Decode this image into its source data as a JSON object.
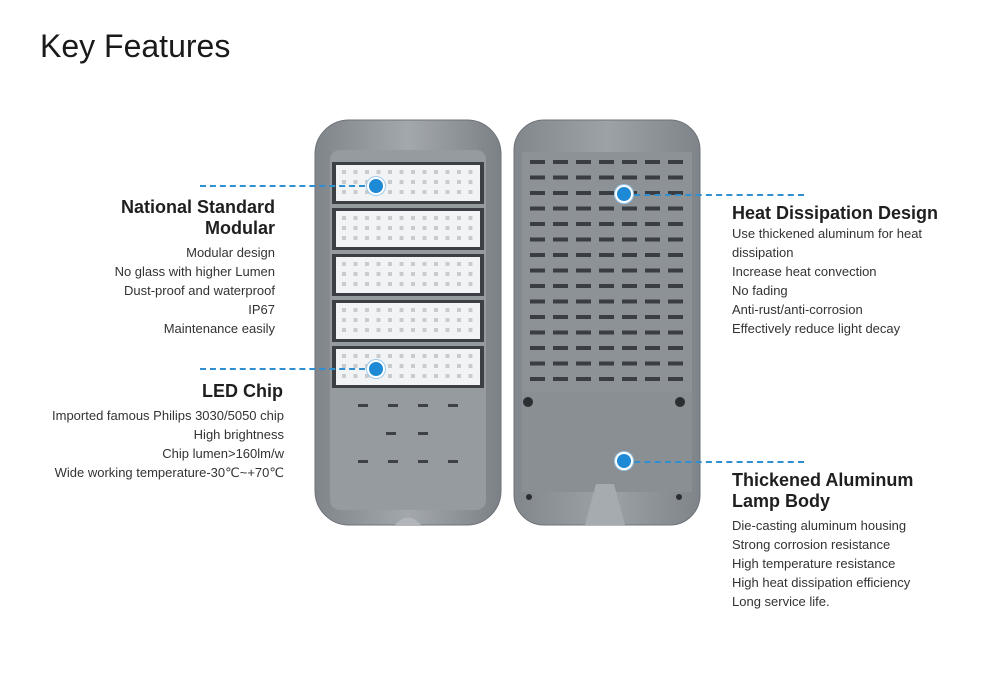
{
  "title": "Key Features",
  "features": {
    "national": {
      "heading_line1": "National Standard",
      "heading_line2": "Modular",
      "items": [
        "Modular design",
        "No glass with higher Lumen",
        "Dust-proof and waterproof",
        "IP67",
        "Maintenance easily"
      ]
    },
    "led": {
      "heading": "LED Chip",
      "items": [
        "Imported famous Philips 3030/5050 chip",
        "High brightness",
        "Chip lumen>160lm/w",
        "Wide working temperature-30℃~+70℃"
      ]
    },
    "heat": {
      "heading": "Heat Dissipation Design",
      "items": [
        "Use thickened aluminum for heat",
        "dissipation",
        "Increase heat convection",
        "No fading",
        "Anti-rust/anti-corrosion",
        "Effectively reduce light decay"
      ]
    },
    "body": {
      "heading_line1": "Thickened Aluminum",
      "heading_line2": "Lamp Body",
      "items": [
        "Die-casting aluminum housing",
        "Strong corrosion resistance",
        "High temperature resistance",
        "High heat dissipation efficiency",
        "Long service life."
      ]
    }
  },
  "colors": {
    "accent": "#1e8ad6",
    "housing": "#8e9499",
    "module": "#f2f3f4"
  }
}
